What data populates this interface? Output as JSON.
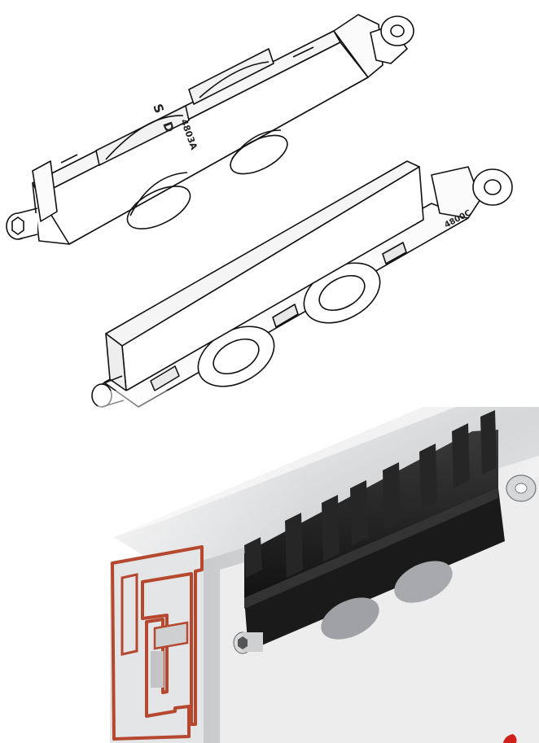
{
  "drawings": {
    "top_roller": {
      "marking_model": "4803A",
      "marking_d": "D",
      "marking_s": "S"
    },
    "middle_roller": {
      "marking_model": "4800C"
    }
  },
  "colors": {
    "line": "#111111",
    "profile_cut": "#b5482e",
    "aluminium": "#d9dadc",
    "carriage": "#1c1c1c",
    "background": "#ffffff",
    "accent_red": "#d0201c"
  }
}
